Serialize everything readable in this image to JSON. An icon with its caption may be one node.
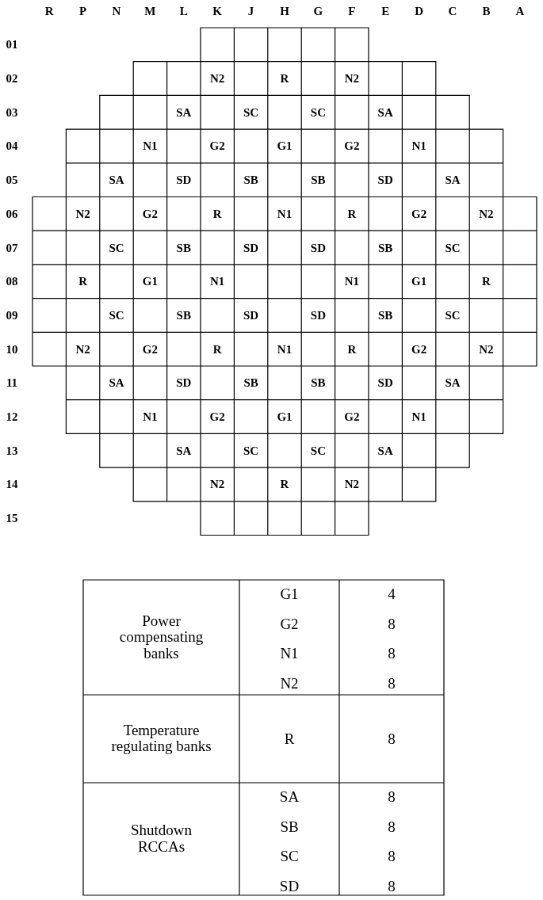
{
  "diagram": {
    "labels": [
      "R",
      "P",
      "N",
      "M",
      "L",
      "K",
      "J",
      "H",
      "G",
      "F",
      "E",
      "D",
      "C",
      "B",
      "A",
      "01",
      "02",
      "N2",
      "R",
      "N2",
      "03",
      "SA",
      "SC",
      "SC",
      "SA",
      "04",
      "N1",
      "G2",
      "G1",
      "G2",
      "N1",
      "05",
      "SA",
      "SD",
      "SB",
      "SB",
      "SD",
      "SA",
      "06",
      "N2",
      "G2",
      "R",
      "N1",
      "R",
      "G2",
      "N2",
      "07",
      "SC",
      "SB",
      "SD",
      "SD",
      "SB",
      "SC",
      "08",
      "R",
      "G1",
      "N1",
      "N1",
      "G1",
      "R",
      "09",
      "SC",
      "SB",
      "SD",
      "SD",
      "SB",
      "SC",
      "10",
      "N2",
      "G2",
      "R",
      "N1",
      "R",
      "G2",
      "N2",
      "11",
      "SA",
      "SD",
      "SB",
      "SB",
      "SD",
      "SA",
      "12",
      "N1",
      "G2",
      "G1",
      "G2",
      "N1",
      "13",
      "SA",
      "SC",
      "SC",
      "SA",
      "14",
      "N2",
      "R",
      "N2",
      "15",
      "Power compensating banks",
      "G1",
      "4",
      "G2",
      "8",
      "N1",
      "8",
      "N2",
      "8",
      "Temperature regulating banks",
      "R",
      "8",
      "Shutdown RCCAs",
      "SA",
      "8",
      "SB",
      "8",
      "SC",
      "8",
      "SD",
      "8"
    ]
  }
}
